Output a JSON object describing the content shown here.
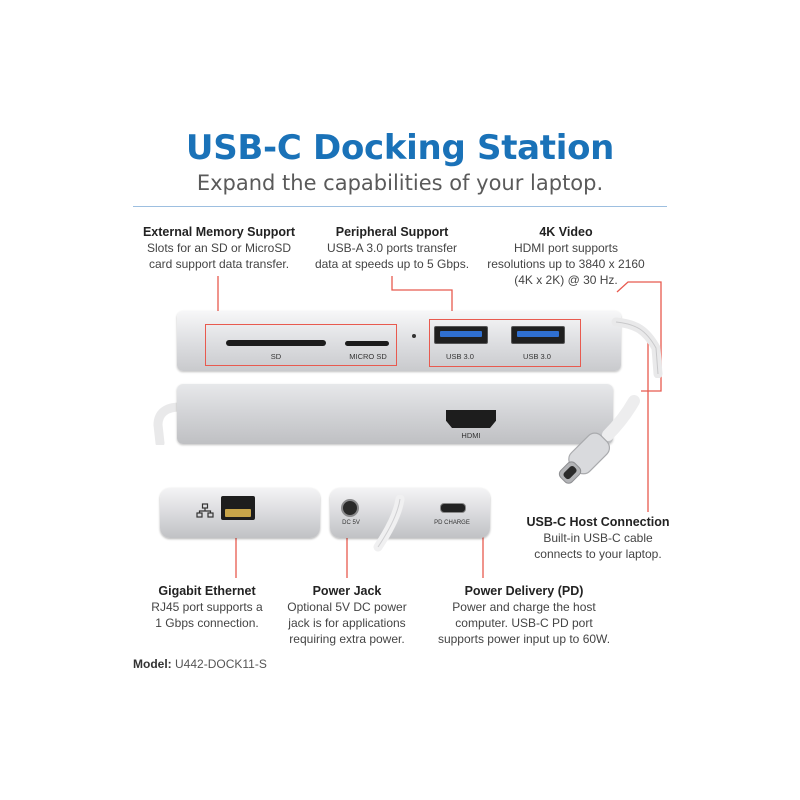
{
  "header": {
    "title": "USB-C Docking Station",
    "subtitle": "Expand the capabilities of your laptop."
  },
  "callouts": {
    "memory": {
      "title": "External Memory Support",
      "line1": "Slots for an SD or MicroSD",
      "line2": "card support data transfer."
    },
    "peripheral": {
      "title": "Peripheral Support",
      "line1": "USB-A 3.0 ports transfer",
      "line2": "data at speeds up to 5 Gbps."
    },
    "video": {
      "title": "4K Video",
      "line1": "HDMI port supports",
      "line2": "resolutions up to 3840 x 2160",
      "line3": "(4K x 2K) @ 30 Hz."
    },
    "host": {
      "title": "USB-C Host Connection",
      "line1": "Built-in USB-C cable",
      "line2": "connects to your laptop."
    },
    "ethernet": {
      "title": "Gigabit Ethernet",
      "line1": "RJ45 port supports a",
      "line2": "1 Gbps connection."
    },
    "power_jack": {
      "title": "Power Jack",
      "line1": "Optional 5V DC power",
      "line2": "jack is for applications",
      "line3": "requiring extra power."
    },
    "pd": {
      "title": "Power Delivery (PD)",
      "line1": "Power and charge the host",
      "line2": "computer. USB-C PD port",
      "line3": "supports power input up to 60W."
    }
  },
  "ports": {
    "sd": "SD",
    "micro_sd": "MICRO SD",
    "usb1": "USB 3.0",
    "usb2": "USB 3.0",
    "hdmi": "HDMI",
    "dc": "DC 5V",
    "pd_charge": "PD CHARGE"
  },
  "model": {
    "label": "Model:",
    "value": "U442-DOCK11-S"
  },
  "colors": {
    "title_blue": "#1a72b8",
    "callout_red": "#e85a4f",
    "usb_blue": "#2f6fd0"
  }
}
